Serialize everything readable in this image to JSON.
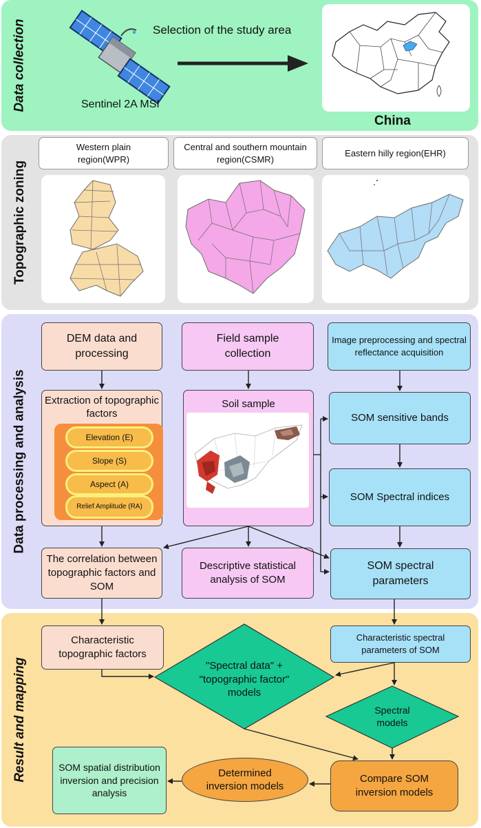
{
  "sections": {
    "data_collection": "Data collection",
    "topographic_zoning": "Topographic zoning",
    "data_processing": "Data processing and analysis",
    "result_mapping": "Result and mapping"
  },
  "collection": {
    "study_area": "Selection of the study area",
    "satellite": "Sentinel 2A MSI",
    "country": "China"
  },
  "zones": {
    "wpr": "Western plain region(WPR)",
    "csmr": "Central and southern mountain region(CSMR)",
    "ehr": "Eastern hilly region(EHR)"
  },
  "processing": {
    "dem": "DEM data  and processing",
    "field": "Field sample collection",
    "image": "Image preprocessing and spectral reflectance acquisition",
    "extraction": "Extraction of topographic factors",
    "factors": [
      "Elevation (E)",
      "Slope (S)",
      "Aspect (A)",
      "Relief Amplitude (RA)"
    ],
    "soil": "Soil sample",
    "sensitive": "SOM sensitive bands",
    "indices": "SOM Spectral indices",
    "correlation": "The correlation between topographic factors and SOM",
    "descriptive": "Descriptive statistical analysis of SOM",
    "parameters": "SOM spectral parameters"
  },
  "results": {
    "char_topo": "Characteristic topographic factors",
    "char_spec": "Characteristic spectral parameters of SOM",
    "combined": "\"Spectral data\" + \"topographic factor\" models",
    "spectral_models": "Spectral models",
    "spatial": "SOM spatial distribution inversion and precision analysis",
    "determined": "Determined inversion models",
    "compare": "Compare SOM inversion models"
  },
  "colors": {
    "collection_bg": "#9ef3c0",
    "zoning_bg": "#e3e3e3",
    "processing_bg": "#dcdcf8",
    "result_bg": "#fbe0a0",
    "wpr_fill": "#f8dca8",
    "csmr_fill": "#f4a8e8",
    "ehr_fill": "#b3dcf6",
    "diamond": "#18c994"
  }
}
